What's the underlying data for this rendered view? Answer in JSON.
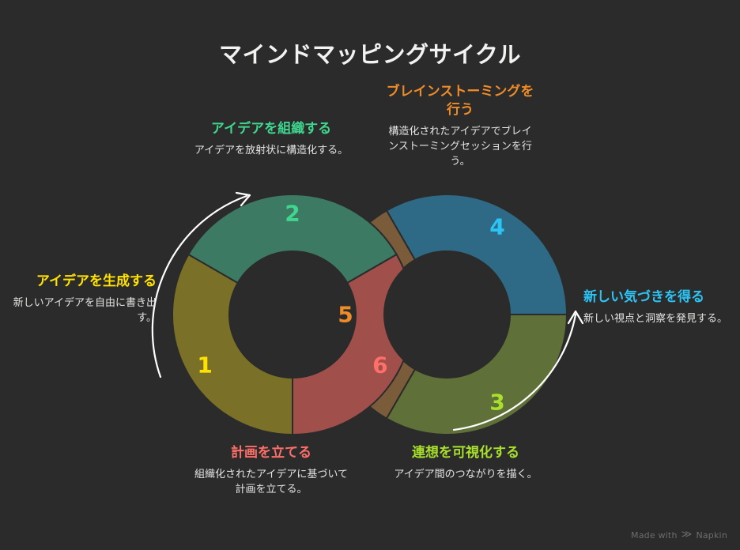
{
  "page": {
    "title": "マインドマッピングサイクル",
    "background_color": "#2b2b2b",
    "title_color": "#f2f2f0"
  },
  "watermark": {
    "prefix": "Made with",
    "glyph": "≫",
    "brand": "Napkin"
  },
  "steps": [
    {
      "number": "1",
      "heading": "アイデアを生成する",
      "description": "新しいアイデアを自由に書き出す。",
      "segment_color": "#7a7027",
      "accent_color": "#ffe100",
      "donut": "left",
      "start_angle": 180,
      "end_angle": 300
    },
    {
      "number": "2",
      "heading": "アイデアを組織する",
      "description": "アイデアを放射状に構造化する。",
      "segment_color": "#3d7a63",
      "accent_color": "#3fd68d",
      "donut": "left",
      "start_angle": 300,
      "end_angle": 60
    },
    {
      "number": "3",
      "heading": "連想を可視化する",
      "description": "アイデア間のつながりを描く。",
      "segment_color": "#5f7038",
      "accent_color": "#a8e02c",
      "donut": "right",
      "start_angle": 90,
      "end_angle": 210
    },
    {
      "number": "4",
      "heading": "新しい気づきを得る",
      "description": "新しい視点と洞察を発見する。",
      "segment_color": "#2e6a85",
      "accent_color": "#2cc4f5",
      "donut": "right",
      "start_angle": 330,
      "end_angle": 90
    },
    {
      "number": "5",
      "heading": "ブレインストーミングを行う",
      "description": "構造化されたアイデアでブレインストーミングセッションを行う。",
      "segment_color": "#7a5c3b",
      "accent_color": "#f08c28",
      "donut": "right",
      "start_angle": 210,
      "end_angle": 330
    },
    {
      "number": "6",
      "heading": "計画を立てる",
      "description": "組織化されたアイデアに基づいて計画を立てる。",
      "segment_color": "#a04f4a",
      "accent_color": "#ff6f69",
      "donut": "left",
      "start_angle": 60,
      "end_angle": 180
    }
  ],
  "chart_data": {
    "type": "pie",
    "title": "マインドマッピングサイクル",
    "layout": "two overlapping donut rings",
    "rings": [
      {
        "name": "left-donut",
        "center": [
          370,
          398
        ],
        "outer_radius": 152,
        "inner_radius": 80,
        "slices": [
          "1",
          "2",
          "6"
        ]
      },
      {
        "name": "right-donut",
        "center": [
          565,
          398
        ],
        "outer_radius": 152,
        "inner_radius": 80,
        "slices": [
          "5",
          "4",
          "3"
        ]
      }
    ],
    "arrows": [
      {
        "name": "left-arrow",
        "direction": "counterclockwise-upward"
      },
      {
        "name": "right-arrow",
        "direction": "counterclockwise-upward"
      }
    ],
    "legend": "inline labels around rings"
  }
}
